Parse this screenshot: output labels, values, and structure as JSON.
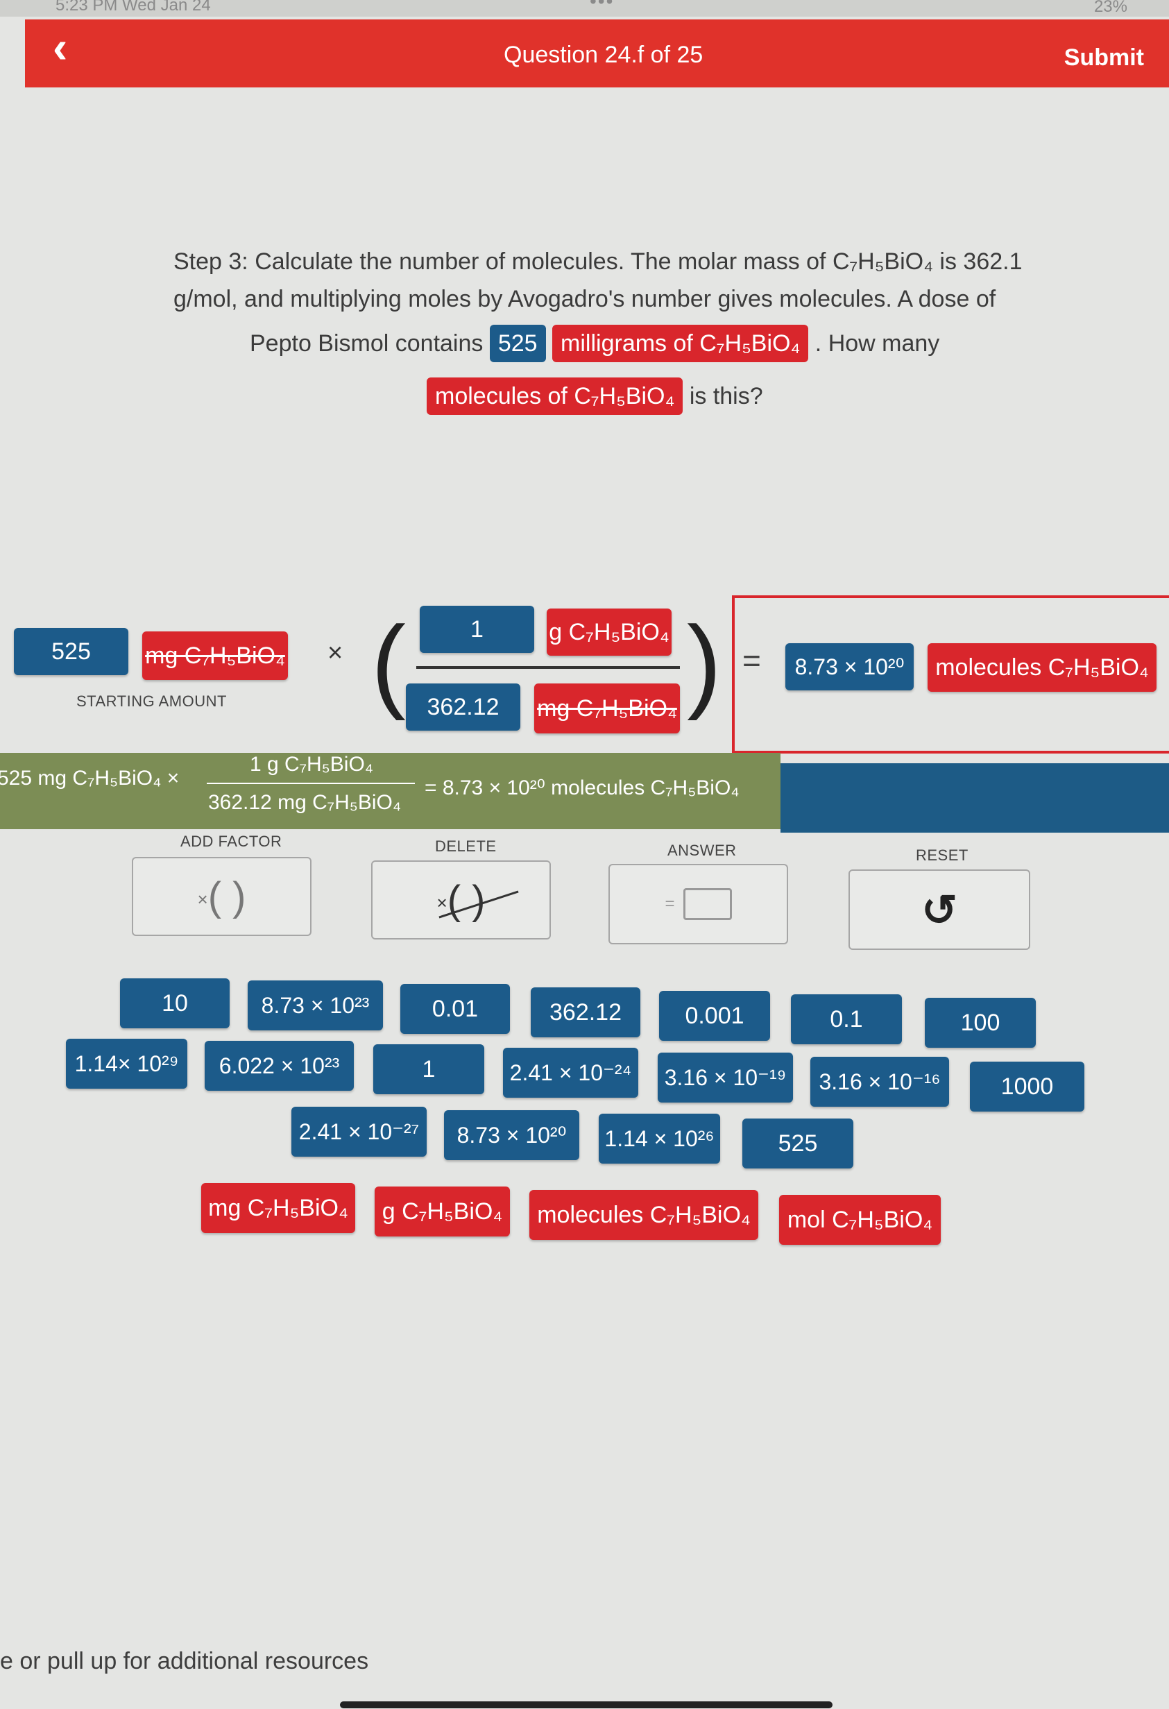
{
  "status_bar": {
    "time": "5:23 PM  Wed Jan 24",
    "battery": "23%"
  },
  "header": {
    "title": "Question 24.f of 25",
    "submit": "Submit"
  },
  "prompt": {
    "line1": "Step 3: Calculate the number of molecules. The molar mass of C₇H₅BiO₄ is 362.1",
    "line2": "g/mol, and multiplying moles by Avogadro's number gives molecules. A dose of",
    "line3_pre": "Pepto Bismol contains",
    "amount_chip": "525",
    "unit_chip": "milligrams of C₇H₅BiO₄",
    "line3_post": ". How many",
    "target_chip": "molecules of C₇H₅BiO₄",
    "line4_post": "is this?"
  },
  "setup": {
    "starting_value": "525",
    "starting_unit": "mg C₇H₅BiO₄",
    "starting_label": "STARTING AMOUNT",
    "times": "×",
    "numerator_value": "1",
    "numerator_unit": "g C₇H₅BiO₄",
    "denominator_value": "362.12",
    "denominator_unit": "mg C₇H₅BiO₄",
    "equals": "=",
    "answer_value": "8.73 × 10²⁰",
    "answer_unit": "molecules C₇H₅BiO₄"
  },
  "result": {
    "left": "525 mg C₇H₅BiO₄ ×",
    "frac_top": "1 g C₇H₅BiO₄",
    "frac_bottom": "362.12 mg C₇H₅BiO₄",
    "right": "= 8.73 × 10²⁰ molecules C₇H₅BiO₄"
  },
  "actions": {
    "add_factor": "ADD FACTOR",
    "delete": "DELETE",
    "answer": "ANSWER",
    "reset": "RESET"
  },
  "bank": {
    "numbers": [
      "10",
      "8.73 × 10²³",
      "0.01",
      "362.12",
      "0.001",
      "0.1",
      "100",
      "1.14× 10²⁹",
      "6.022 × 10²³",
      "1",
      "2.41 × 10⁻²⁴",
      "3.16 × 10⁻¹⁹",
      "3.16 × 10⁻¹⁶",
      "1000",
      "2.41 × 10⁻²⁷",
      "8.73 × 10²⁰",
      "1.14 × 10²⁶",
      "525"
    ],
    "units": [
      "mg C₇H₅BiO₄",
      "g C₇H₅BiO₄",
      "molecules C₇H₅BiO₄",
      "mol C₇H₅BiO₄"
    ]
  },
  "footer": "e or pull up for additional resources",
  "colors": {
    "red": "#e0322b",
    "blue": "#1c5b8a",
    "green": "#7c8d55"
  }
}
